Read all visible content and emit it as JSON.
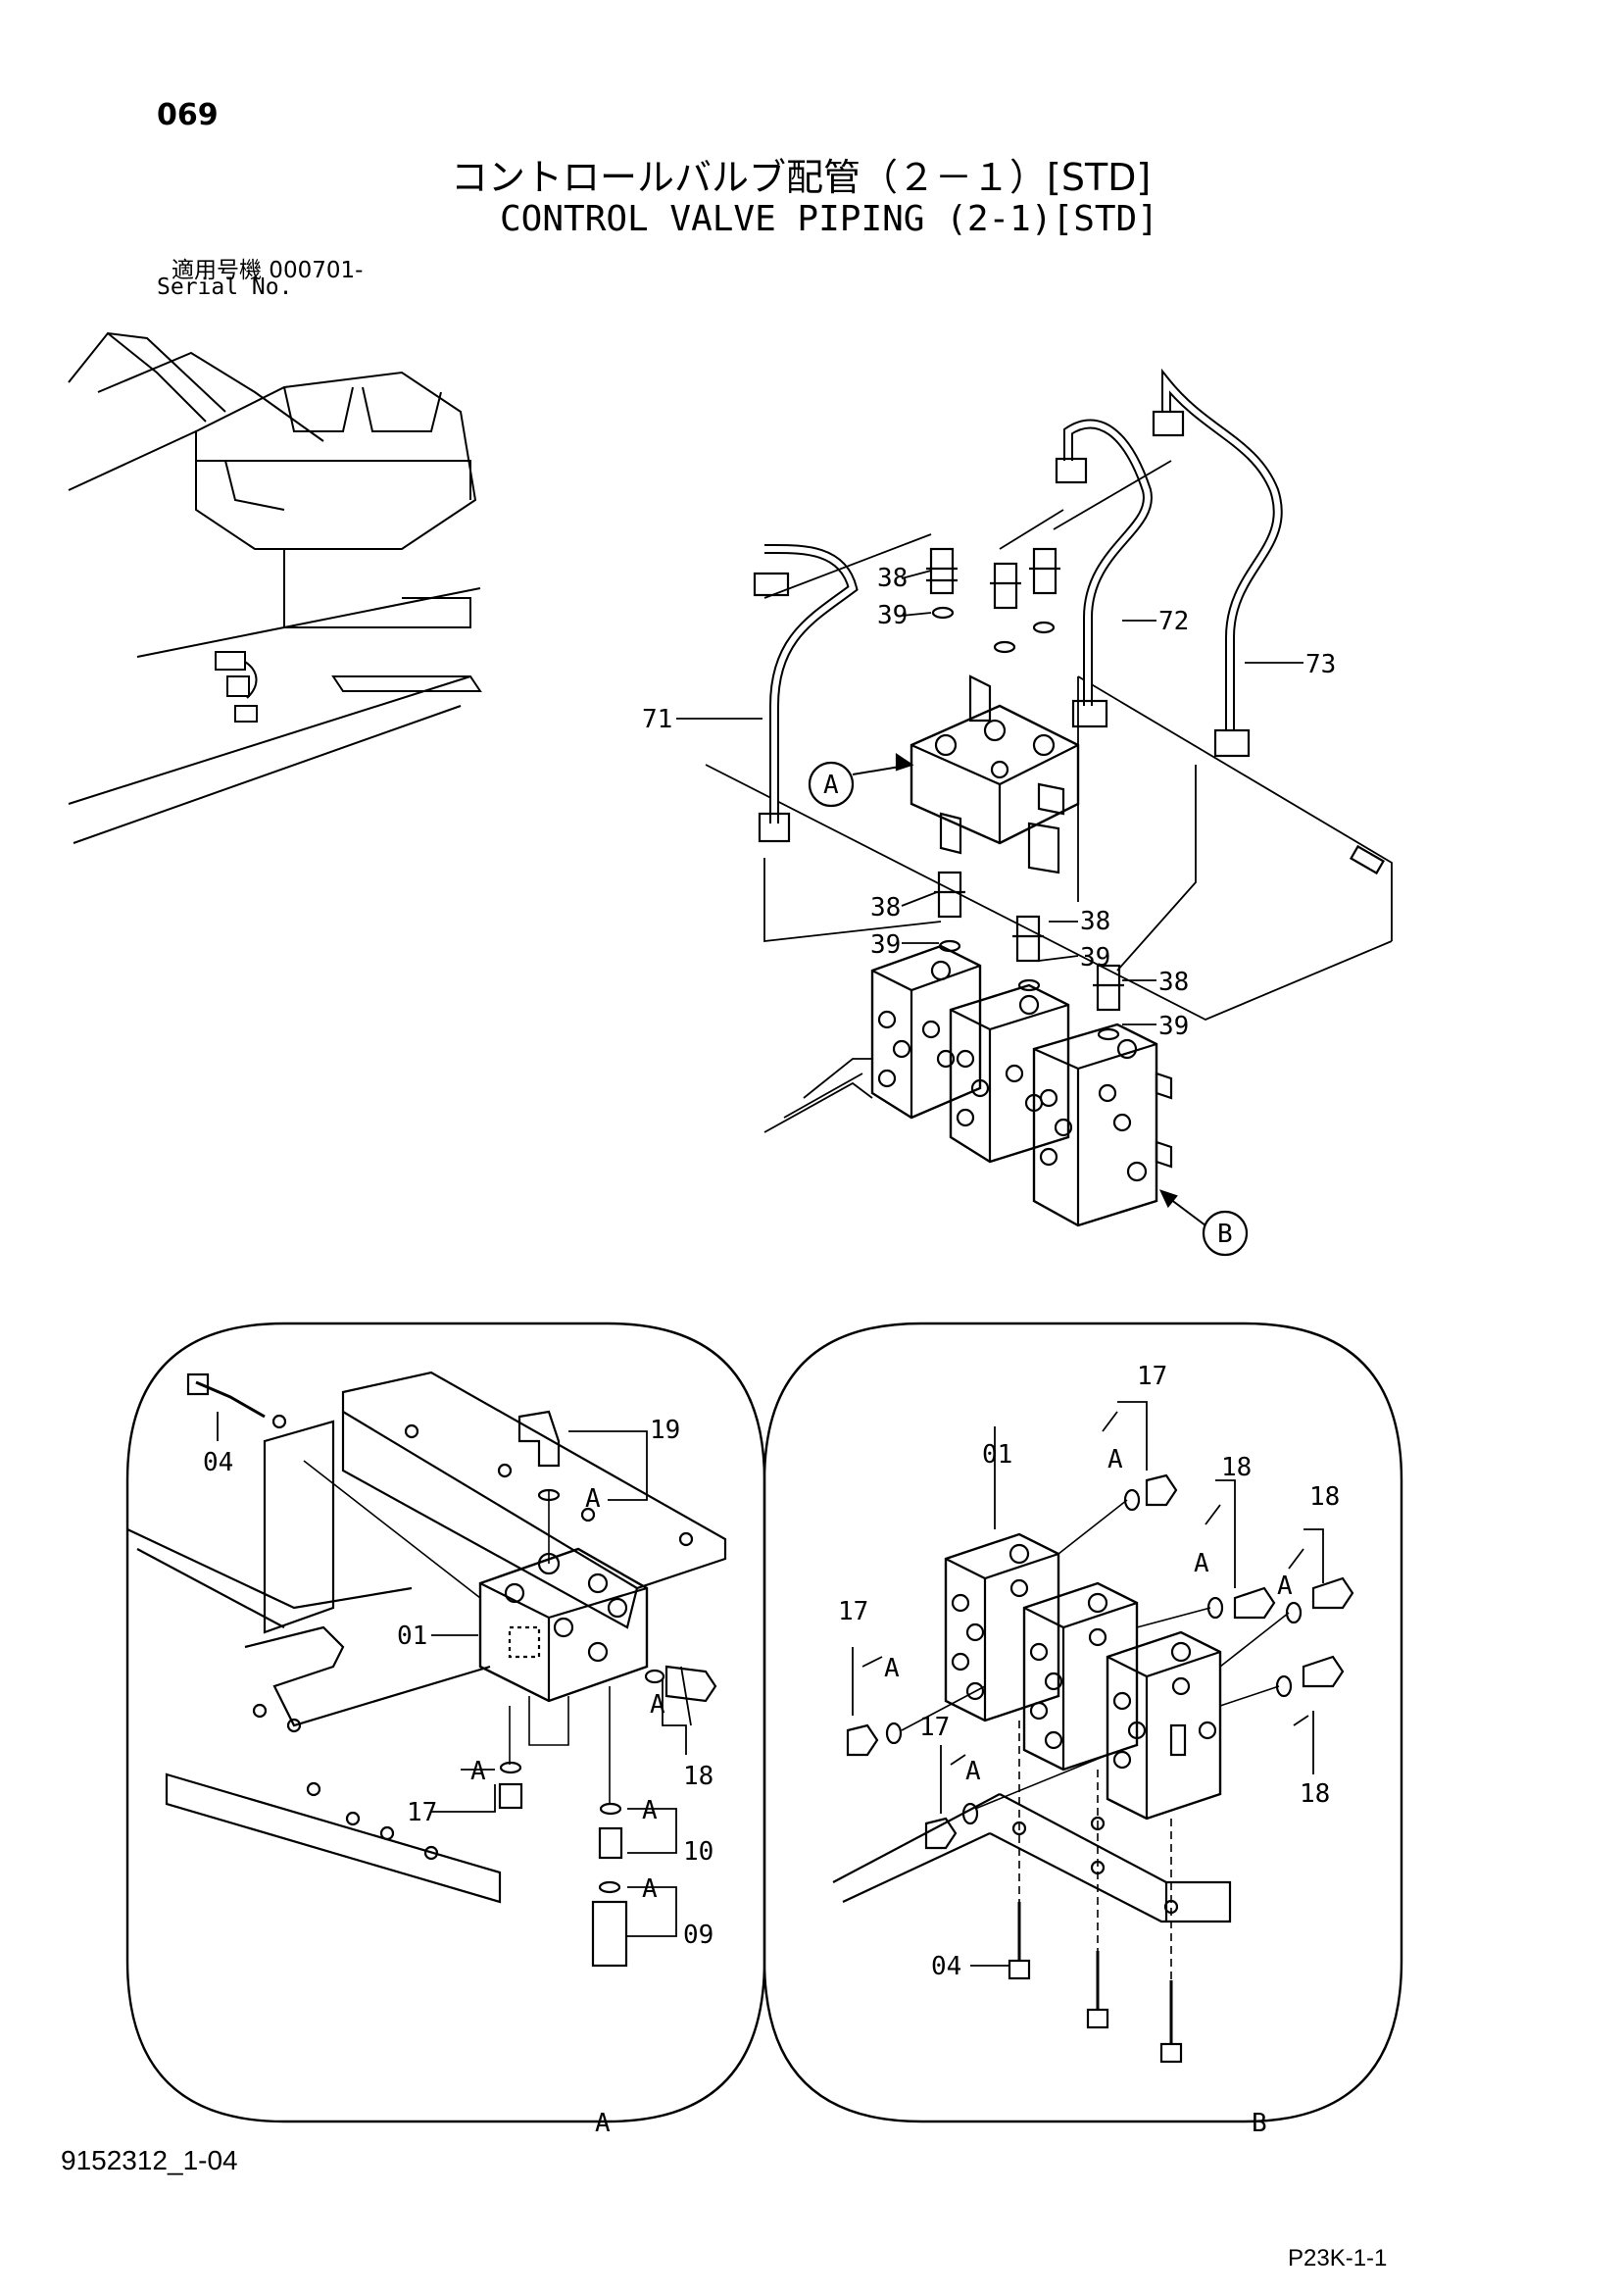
{
  "page": {
    "number": "069",
    "doc_id": "9152312_1-04",
    "page_code": "P23K-1-1"
  },
  "title": {
    "jp": "コントロールバルブ配管（２－１）[STD]",
    "en": "CONTROL VALVE PIPING (2-1)[STD]"
  },
  "serial": {
    "jp_label": "適用号機  000701-",
    "en_label": "Serial No."
  },
  "callouts": {
    "main": [
      "38",
      "39",
      "38",
      "39",
      "72",
      "73",
      "71",
      "38",
      "39",
      "38",
      "39",
      "38",
      "39"
    ],
    "detail_a": [
      "19",
      "04",
      "A",
      "01",
      "A",
      "18",
      "A",
      "17",
      "A",
      "10",
      "A",
      "09"
    ],
    "detail_b": [
      "17",
      "01",
      "A",
      "18",
      "A",
      "18",
      "A",
      "17",
      "A",
      "17",
      "A",
      "18",
      "04"
    ]
  },
  "markers": {
    "view_a": "A",
    "view_b": "B"
  },
  "panel_labels": {
    "a": "A",
    "b": "B"
  }
}
